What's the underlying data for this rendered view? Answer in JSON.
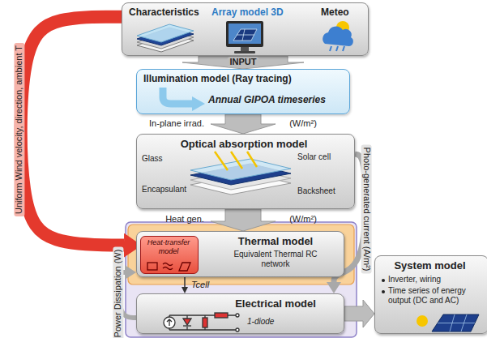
{
  "diagram": {
    "nodes": [
      {
        "text": [
          "Characteristics",
          "Array model 3D",
          "Meteo"
        ]
      },
      {
        "text": [
          "Illumination model (Ray tracing)",
          "Annual GIPOA timeseries"
        ]
      },
      {
        "text": [
          "Optical absorption model",
          "Glass",
          "Solar cell",
          "Encapsulant",
          "Backsheet"
        ]
      },
      {
        "text": [
          "Thermal model",
          "Equivalent Thermal RC network"
        ]
      },
      {
        "text": [
          "Heat-transfer model"
        ],
        "in": 3
      },
      {
        "text": [
          "Electrical model",
          "1-diode"
        ]
      },
      {
        "text": [
          "System model",
          "Inverter, wiring",
          "Time series of energy output (DC and AC)"
        ]
      }
    ],
    "edges": [
      {
        "from": 0,
        "to": 1,
        "arrow": "to",
        "label": "INPUT"
      },
      {
        "from": 1,
        "to": 2,
        "arrow": "to",
        "label": "In-plane irrad."
      },
      {
        "from": 2,
        "to": 3,
        "arrow": "to",
        "label": "Heat gen."
      },
      {
        "from": 0,
        "to": 4,
        "arrow": "to",
        "label": "Uniform Wind velocity, direction, ambient T"
      },
      {
        "from": 2,
        "to": 5,
        "arrow": "to",
        "label": "Photo-generated current (A/m²)"
      },
      {
        "from": 3,
        "to": 5,
        "arrow": "to",
        "label": "Tcell"
      },
      {
        "from": 5,
        "to": 3,
        "arrow": "to",
        "label": "Power Dissipation (W)"
      },
      {
        "from": 5,
        "to": 6,
        "arrow": "to"
      }
    ],
    "labels": [
      "(W/m²)",
      "(W/m²)"
    ]
  }
}
